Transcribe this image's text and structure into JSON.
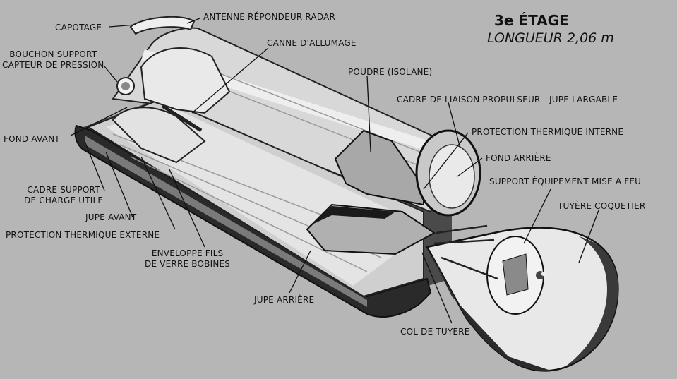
{
  "title": {
    "stage": "3e ÉTAGE",
    "length": "LONGUEUR 2,06 m"
  },
  "labels": {
    "capotage": "CAPOTAGE",
    "antenne": "ANTENNE RÉPONDEUR RADAR",
    "canne": "CANNE D'ALLUMAGE",
    "bouchon": "BOUCHON SUPPORT\nCAPTEUR DE PRESSION",
    "poudre": "POUDRE (ISOLANE)",
    "cadre_liaison": "CADRE DE LIAISON PROPULSEUR - JUPE LARGABLE",
    "fond_avant": "FOND AVANT",
    "protection_interne": "PROTECTION THERMIQUE INTERNE",
    "fond_arriere": "FOND ARRIÈRE",
    "cadre_support": "CADRE SUPPORT\nDE CHARGE UTILE",
    "support_equipement": "SUPPORT ÉQUIPEMENT MISE A FEU",
    "tuyere": "TUYÈRE COQUETIER",
    "jupe_avant": "JUPE AVANT",
    "protection_externe": "PROTECTION THERMIQUE EXTERNE",
    "enveloppe": "ENVELOPPE FILS\nDE VERRE BOBINES",
    "jupe_arriere": "JUPE ARRIÈRE",
    "col": "COL DE TUYÈRE"
  }
}
